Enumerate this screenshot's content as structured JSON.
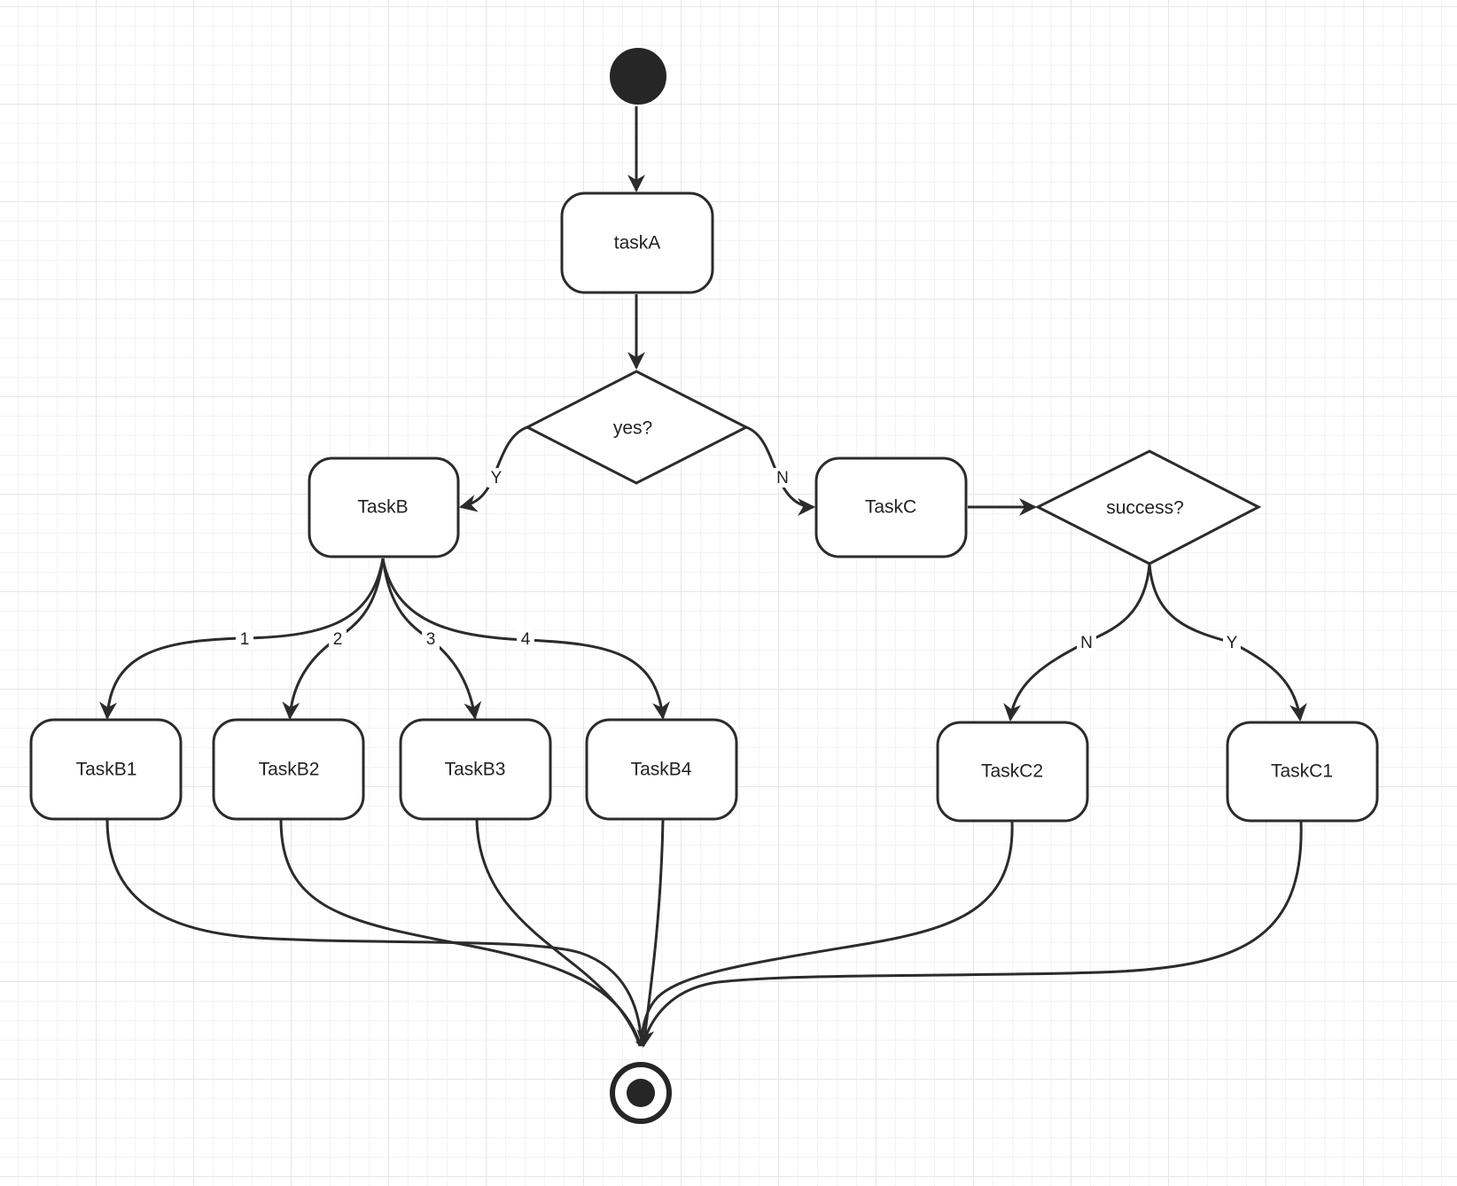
{
  "diagram": {
    "nodes": {
      "start": "",
      "taskA": "taskA",
      "decision_yes": "yes?",
      "taskB": "TaskB",
      "taskC": "TaskC",
      "decision_success": "success?",
      "taskB1": "TaskB1",
      "taskB2": "TaskB2",
      "taskB3": "TaskB3",
      "taskB4": "TaskB4",
      "taskC2": "TaskC2",
      "taskC1": "TaskC1",
      "end": ""
    },
    "edge_labels": {
      "yes_to_taskB": "Y",
      "yes_to_taskC": "N",
      "taskB_to_B1": "1",
      "taskB_to_B2": "2",
      "taskB_to_B3": "3",
      "taskB_to_B4": "4",
      "success_to_C2": "N",
      "success_to_C1": "Y"
    }
  }
}
